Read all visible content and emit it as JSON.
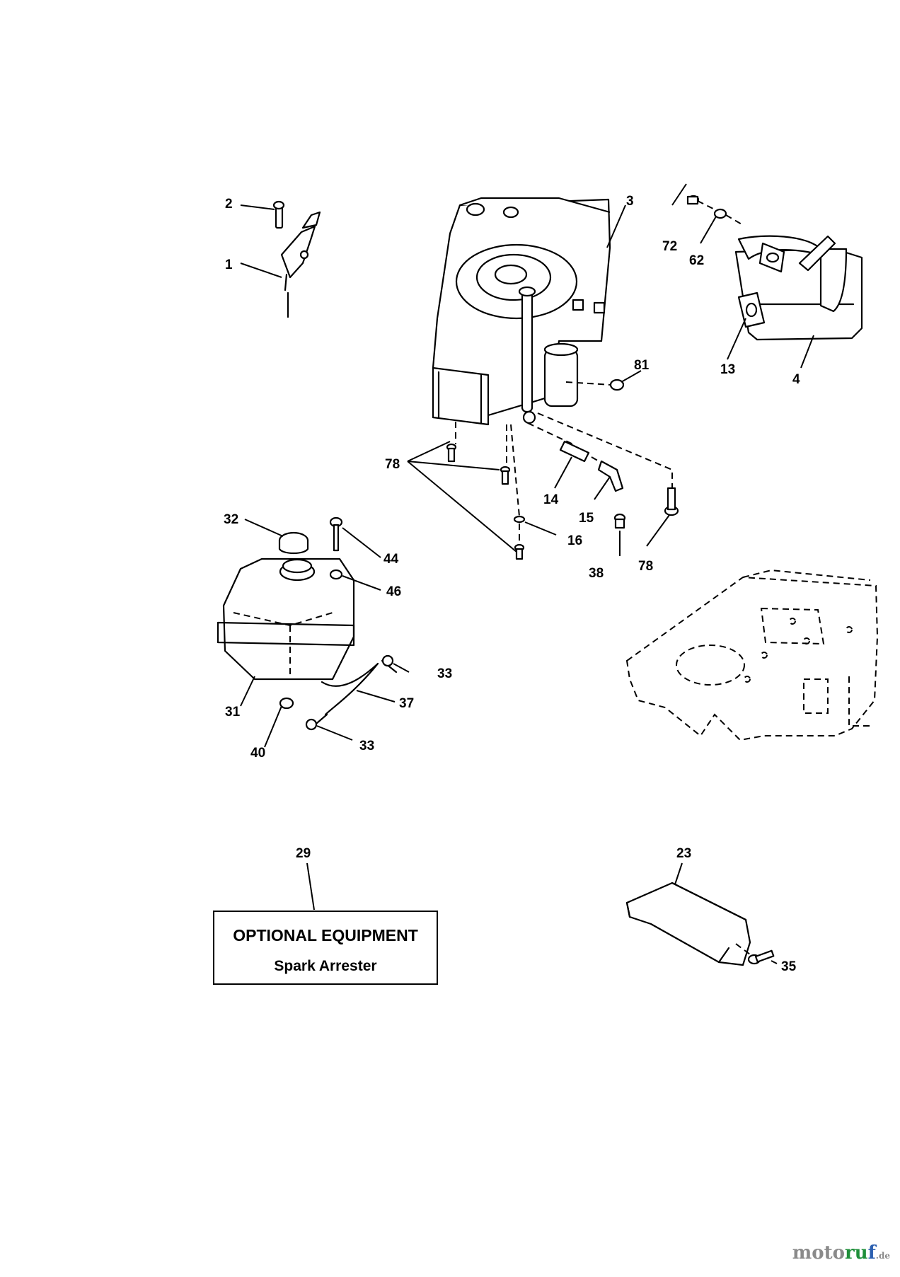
{
  "callouts": [
    {
      "id": "p1",
      "text": "1"
    },
    {
      "id": "p2",
      "text": "2"
    },
    {
      "id": "p3",
      "text": "3"
    },
    {
      "id": "p4",
      "text": "4"
    },
    {
      "id": "p13",
      "text": "13"
    },
    {
      "id": "p14",
      "text": "14"
    },
    {
      "id": "p15",
      "text": "15"
    },
    {
      "id": "p16",
      "text": "16"
    },
    {
      "id": "p23",
      "text": "23"
    },
    {
      "id": "p29",
      "text": "29"
    },
    {
      "id": "p31",
      "text": "31"
    },
    {
      "id": "p32",
      "text": "32"
    },
    {
      "id": "p33a",
      "text": "33"
    },
    {
      "id": "p33b",
      "text": "33"
    },
    {
      "id": "p35",
      "text": "35"
    },
    {
      "id": "p37",
      "text": "37"
    },
    {
      "id": "p38",
      "text": "38"
    },
    {
      "id": "p40",
      "text": "40"
    },
    {
      "id": "p44",
      "text": "44"
    },
    {
      "id": "p46",
      "text": "46"
    },
    {
      "id": "p62",
      "text": "62"
    },
    {
      "id": "p72",
      "text": "72"
    },
    {
      "id": "p78a",
      "text": "78"
    },
    {
      "id": "p78b",
      "text": "78"
    },
    {
      "id": "p81",
      "text": "81"
    }
  ],
  "optional_box": {
    "title": "OPTIONAL EQUIPMENT",
    "subtitle": "Spark Arrester"
  },
  "watermark": {
    "part_a": "moto",
    "part_b": "ru",
    "part_c": "f",
    "part_d": ".de"
  }
}
